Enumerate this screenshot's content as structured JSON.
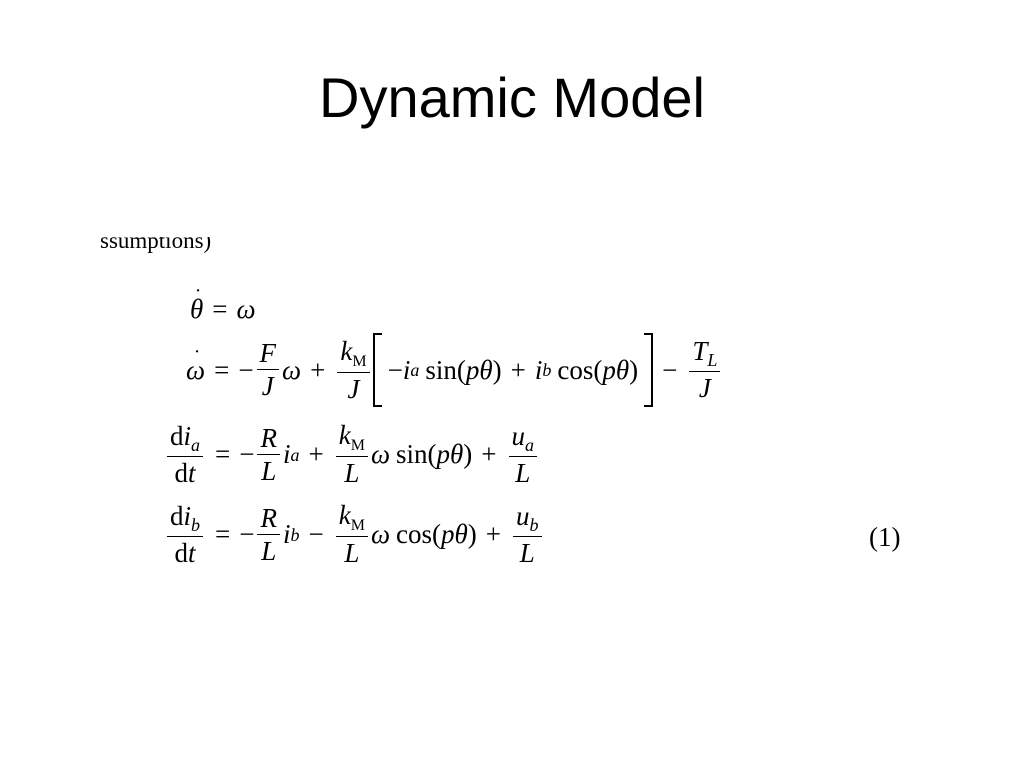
{
  "slide": {
    "title": "Dynamic Model",
    "cut_text": "ssumptions)",
    "equation_number": "(1)"
  },
  "equations": [
    "θ̇ = ω",
    "ω̇ = − (F/J) ω + (k_M/J) [ −i_a sin(pθ) + i_b cos(pθ) ] − T_L/J",
    "di_a/dt = − (R/L) i_a + (k_M/L) ω sin(pθ) + u_a/L",
    "di_b/dt = − (R/L) i_b − (k_M/L) ω cos(pθ) + u_b/L"
  ]
}
